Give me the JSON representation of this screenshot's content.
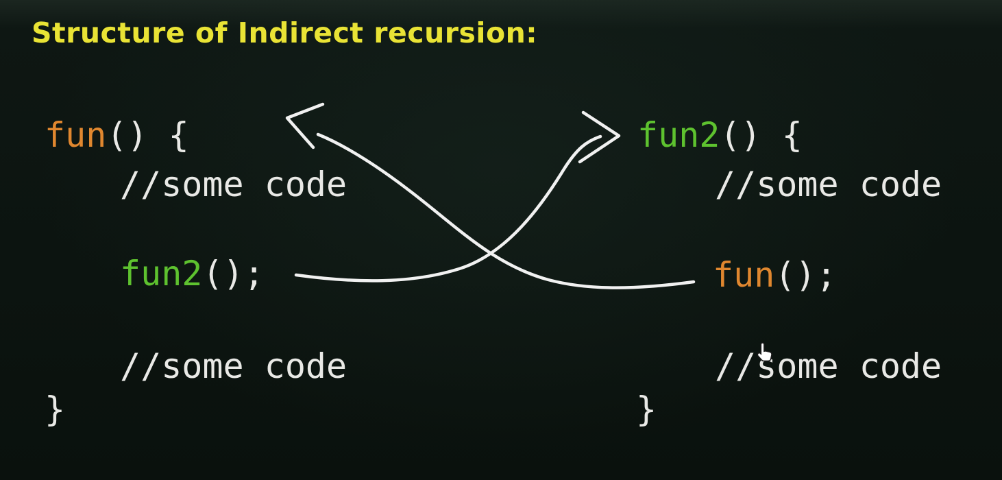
{
  "title": "Structure of Indirect recursion:",
  "colors": {
    "background": "#0c1410",
    "title": "#e9e335",
    "code": "#e9e9e6",
    "fun_keyword": "#e0872f",
    "fun2_keyword": "#5ec22f",
    "arrow": "#f1f1f1"
  },
  "left_function": {
    "name": "fun",
    "signature_rest": "() {",
    "comment_top": "//some code",
    "call_name": "fun2",
    "call_rest": "();",
    "comment_bottom": "//some code",
    "closing_brace": "}"
  },
  "right_function": {
    "name": "fun2",
    "signature_rest": "() {",
    "comment_top": "//some code",
    "call_name": "fun",
    "call_rest": "();",
    "comment_bottom": "//some code",
    "closing_brace": "}"
  },
  "icons": {
    "arrow_to_fun2": "curved-arrow-right",
    "arrow_to_fun": "curved-arrow-left",
    "cursor": "hand-cursor"
  }
}
